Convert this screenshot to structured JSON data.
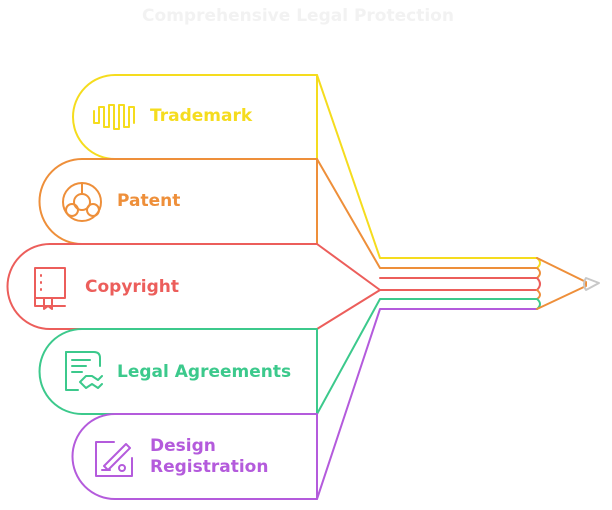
{
  "title": "Comprehensive Legal Protection",
  "items": [
    {
      "label": "Trademark",
      "color": "#f5dc1e",
      "icon": "trademark-waveform-icon"
    },
    {
      "label": "Patent",
      "color": "#ee8f3a",
      "icon": "patent-gear-icon"
    },
    {
      "label": "Copyright",
      "color": "#ec5e5b",
      "icon": "copyright-book-icon"
    },
    {
      "label": "Legal Agreements",
      "color": "#3cc98c",
      "icon": "legal-agreements-handshake-icon"
    },
    {
      "label": "Design",
      "label2": "Registration",
      "color": "#b45bdc",
      "icon": "design-registration-pen-icon"
    }
  ],
  "pencil_tip_color": "#c8c8c8"
}
